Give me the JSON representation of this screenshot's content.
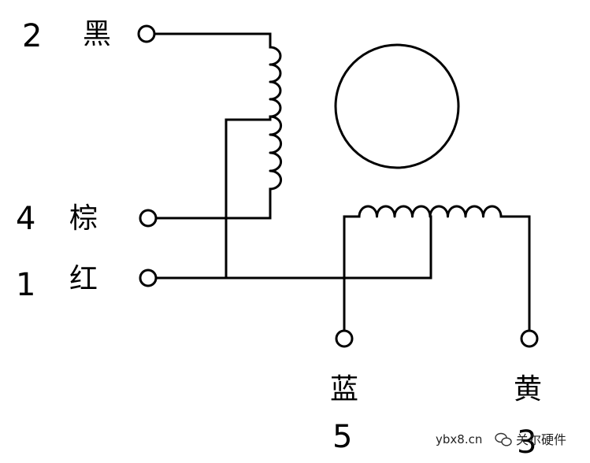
{
  "terminals": [
    {
      "id": "t2",
      "number": "2",
      "color_label": "黑"
    },
    {
      "id": "t4",
      "number": "4",
      "color_label": "棕"
    },
    {
      "id": "t1",
      "number": "1",
      "color_label": "红"
    },
    {
      "id": "t5",
      "number": "5",
      "color_label": "蓝"
    },
    {
      "id": "t3",
      "number": "3",
      "color_label": "黄"
    }
  ],
  "watermark": {
    "site": "ybx8.cn",
    "brand": "关尔硬件",
    "icon": "wechat-icon"
  }
}
